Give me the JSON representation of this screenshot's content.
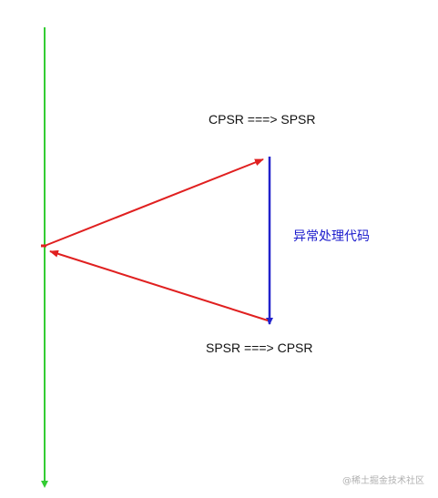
{
  "labels": {
    "cpsr_to_spsr": "CPSR ===> SPSR",
    "spsr_to_cpsr": "SPSR ===> CPSR",
    "exception_handler": "异常处理代码"
  },
  "watermark": "@稀土掘金技术社区",
  "colors": {
    "timeline": "#33cc33",
    "transition": "#e02020",
    "handler": "#2222cc",
    "handler_text": "#1a1acc"
  }
}
